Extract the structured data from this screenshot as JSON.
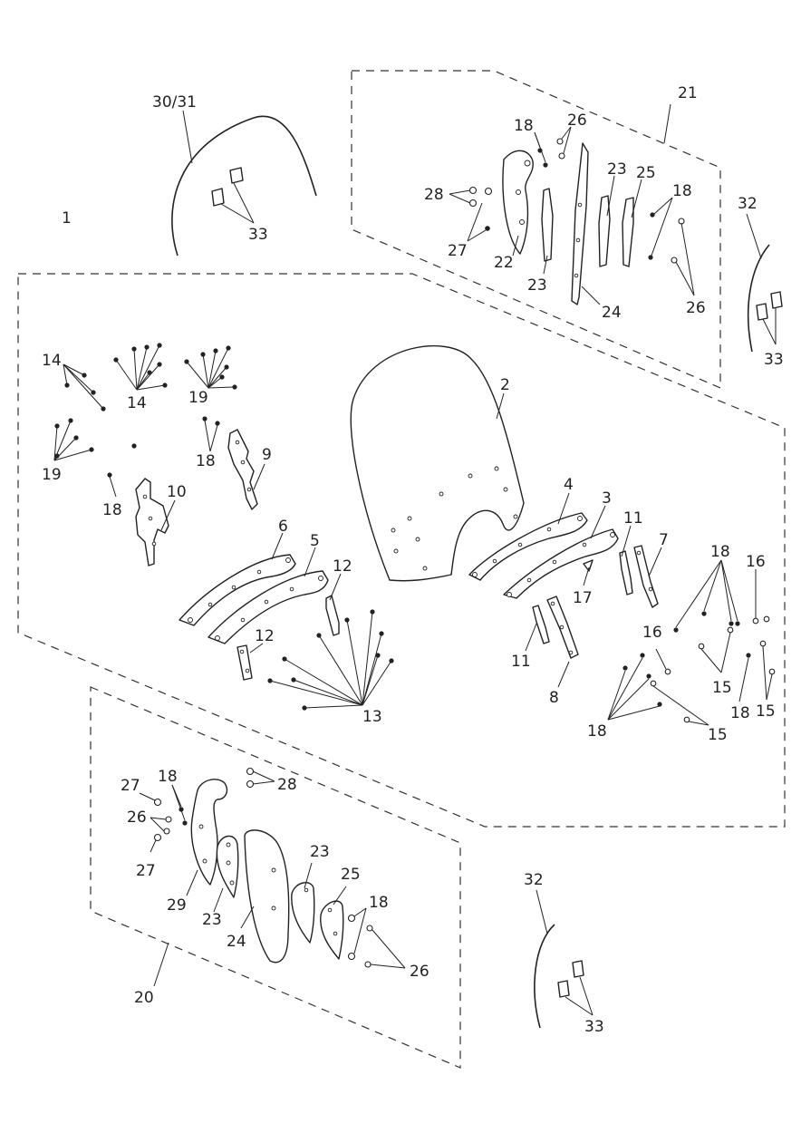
{
  "callouts": {
    "c1": "1",
    "c2": "2",
    "c3": "3",
    "c4": "4",
    "c5": "5",
    "c6": "6",
    "c7": "7",
    "c8": "8",
    "c9": "9",
    "c10": "10",
    "c11a": "11",
    "c11b": "11",
    "c12a": "12",
    "c12b": "12",
    "c13": "13",
    "c14a": "14",
    "c14b": "14",
    "c15a": "15",
    "c15b": "15",
    "c15c": "15",
    "c16a": "16",
    "c16b": "16",
    "c17": "17",
    "c18a": "18",
    "c18b": "18",
    "c18c": "18",
    "c18d": "18",
    "c18e": "18",
    "c18f": "18",
    "c18g": "18",
    "c18h": "18",
    "c18i": "18",
    "c19a": "19",
    "c19b": "19",
    "c20": "20",
    "c21": "21",
    "c22": "22",
    "c23a": "23",
    "c23b": "23",
    "c23c": "23",
    "c23d": "23",
    "c24a": "24",
    "c24b": "24",
    "c25a": "25",
    "c25b": "25",
    "c26a": "26",
    "c26b": "26",
    "c26c": "26",
    "c26d": "26",
    "c27a": "27",
    "c27b": "27",
    "c27c": "27",
    "c28a": "28",
    "c28b": "28",
    "c29": "29",
    "c3031": "30/31",
    "c32a": "32",
    "c32b": "32",
    "c33a": "33",
    "c33b": "33",
    "c33c": "33"
  }
}
